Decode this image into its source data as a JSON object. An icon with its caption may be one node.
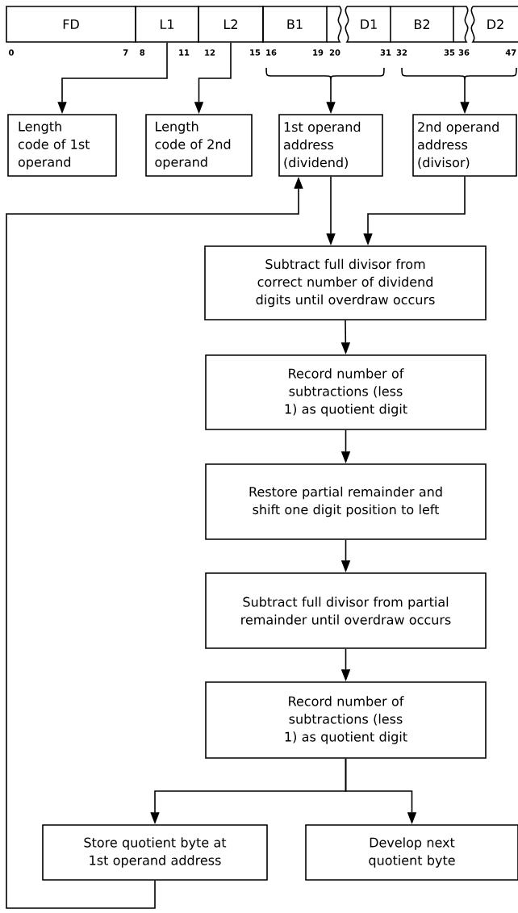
{
  "diagram": {
    "nodes": [
      {
        "text": [
          "FD"
        ]
      },
      {
        "text": [
          "L1"
        ]
      },
      {
        "text": [
          "L2"
        ]
      },
      {
        "text": [
          "B1"
        ]
      },
      {
        "text": [
          "D1"
        ]
      },
      {
        "text": [
          "B2"
        ]
      },
      {
        "text": [
          "D2"
        ]
      },
      {
        "text": [
          "Length code of 1st operand"
        ]
      },
      {
        "text": [
          "Length code of 2nd operand"
        ]
      },
      {
        "text": [
          "1st operand address (dividend)"
        ]
      },
      {
        "text": [
          "2nd operand address (divisor)"
        ]
      },
      {
        "text": [
          "Subtract full divisor from correct number of dividend digits until overdraw occurs"
        ]
      },
      {
        "text": [
          "Record number of subtractions (less 1) as quotient digit"
        ]
      },
      {
        "text": [
          "Restore partial remainder and shift one digit position to left"
        ]
      },
      {
        "text": [
          "Subtract full divisor from partial remainder until overdraw occurs"
        ]
      },
      {
        "text": [
          "Record number of subtractions (less 1) as quotient digit"
        ]
      },
      {
        "text": [
          "Store quotient byte at 1st operand address"
        ]
      },
      {
        "text": [
          "Develop next quotient byte"
        ]
      }
    ],
    "edges": [
      {
        "from": 1,
        "to": 7,
        "arrow": "to"
      },
      {
        "from": 2,
        "to": 8,
        "arrow": "to"
      },
      {
        "from": 3,
        "to": 9,
        "arrow": "to"
      },
      {
        "from": 4,
        "to": 9,
        "arrow": "to"
      },
      {
        "from": 5,
        "to": 10,
        "arrow": "to"
      },
      {
        "from": 6,
        "to": 10,
        "arrow": "to"
      },
      {
        "from": 9,
        "to": 11,
        "arrow": "to"
      },
      {
        "from": 10,
        "to": 11,
        "arrow": "to"
      },
      {
        "from": 11,
        "to": 12,
        "arrow": "to"
      },
      {
        "from": 12,
        "to": 13,
        "arrow": "to"
      },
      {
        "from": 13,
        "to": 14,
        "arrow": "to"
      },
      {
        "from": 14,
        "to": 15,
        "arrow": "to"
      },
      {
        "from": 15,
        "to": 16,
        "arrow": "to"
      },
      {
        "from": 15,
        "to": 17,
        "arrow": "to"
      },
      {
        "from": 16,
        "to": 9,
        "arrow": "to"
      }
    ],
    "labels": [
      "0",
      "7",
      "8",
      "11",
      "12",
      "15",
      "16",
      "19",
      "20",
      "31",
      "32",
      "35",
      "36",
      "47"
    ]
  }
}
